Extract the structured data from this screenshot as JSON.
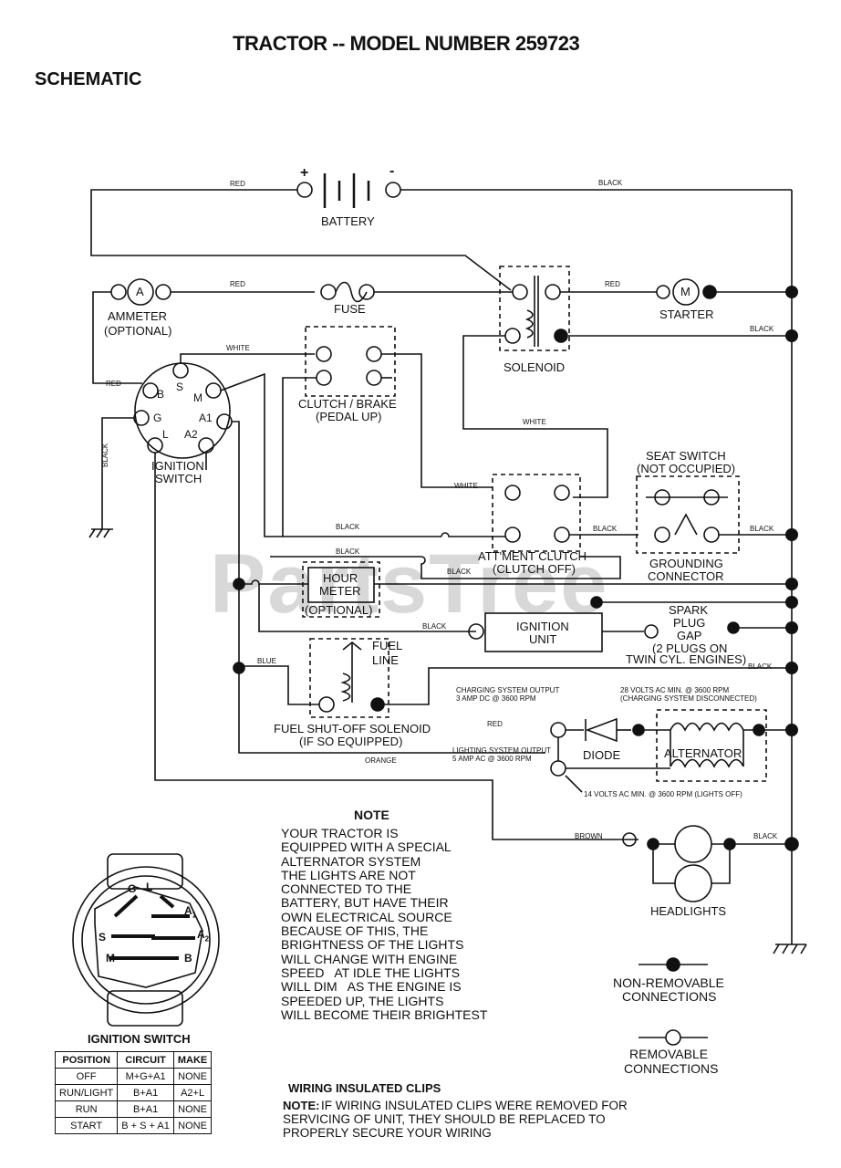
{
  "title": "TRACTOR -- MODEL NUMBER 259723",
  "section": "SCHEMATIC",
  "watermark": "PartsTree",
  "components": {
    "battery": "BATTERY",
    "battery_pos": "+",
    "battery_neg": "-",
    "ammeter_letter": "A",
    "ammeter": "AMMETER",
    "ammeter_optional": "(OPTIONAL)",
    "fuse": "FUSE",
    "solenoid": "SOLENOID",
    "starter_letter": "M",
    "starter": "STARTER",
    "clutch_brake": "CLUTCH / BRAKE",
    "clutch_brake_sub": "(PEDAL UP)",
    "ignition_switch": "IGNITION",
    "ignition_switch_2": "SWITCH",
    "term_b": "B",
    "term_s": "S",
    "term_m": "M",
    "term_g": "G",
    "term_l": "L",
    "term_a1": "A1",
    "term_a2": "A2",
    "seat_switch": "SEAT SWITCH",
    "seat_switch_sub": "(NOT OCCUPIED)",
    "grounding": "GROUNDING",
    "grounding_2": "CONNECTOR",
    "attment_clutch": "ATT'MENT CLUTCH",
    "attment_clutch_sub": "(CLUTCH OFF)",
    "hour_meter": "HOUR",
    "hour_meter_2": "METER",
    "hour_meter_optional": "(OPTIONAL)",
    "ignition_unit": "IGNITION",
    "ignition_unit_2": "UNIT",
    "spark_1": "SPARK",
    "spark_2": "PLUG",
    "spark_3": "GAP",
    "spark_4": "(2 PLUGS ON",
    "spark_5": "TWIN CYL. ENGINES)",
    "fuel_line": "FUEL",
    "fuel_line_2": "LINE",
    "fuel_solenoid": "FUEL SHUT-OFF SOLENOID",
    "fuel_solenoid_sub": "(IF SO EQUIPPED)",
    "charging_out": "CHARGING SYSTEM OUTPUT",
    "charging_out_2": "3 AMP DC @ 3600 RPM",
    "volts_28": "28 VOLTS AC MIN. @ 3600 RPM",
    "volts_28_2": "(CHARGING SYSTEM DISCONNECTED)",
    "diode": "DIODE",
    "alternator": "ALTERNATOR",
    "lighting_out": "LIGHTING SYSTEM OUTPUT",
    "lighting_out_2": "5 AMP AC @ 3600 RPM",
    "volts_14": "14 VOLTS AC MIN. @ 3600 RPM (LIGHTS OFF)",
    "headlights": "HEADLIGHTS"
  },
  "wires": {
    "red": "RED",
    "black": "BLACK",
    "white": "WHITE",
    "blue": "BLUE",
    "orange": "ORANGE",
    "brown": "BROWN"
  },
  "note": {
    "heading": "NOTE",
    "body": "YOUR TRACTOR IS\nEQUIPPED WITH A SPECIAL\nALTERNATOR SYSTEM\nTHE LIGHTS ARE NOT\nCONNECTED TO THE\nBATTERY, BUT HAVE THEIR\nOWN ELECTRICAL SOURCE\nBECAUSE OF THIS, THE\nBRIGHTNESS OF THE LIGHTS\nWILL CHANGE WITH ENGINE\nSPEED   AT IDLE THE LIGHTS\nWILL DIM   AS THE ENGINE IS\nSPEEDED UP, THE LIGHTS\nWILL BECOME THEIR BRIGHTEST"
  },
  "legend": {
    "non_removable": "NON-REMOVABLE",
    "non_removable_2": "CONNECTIONS",
    "removable": "REMOVABLE",
    "removable_2": "CONNECTIONS"
  },
  "clips": {
    "heading": "WIRING INSULATED CLIPS",
    "note_label": "NOTE:",
    "line1": "IF WIRING INSULATED CLIPS WERE REMOVED FOR",
    "line2": "SERVICING OF UNIT, THEY SHOULD BE REPLACED TO",
    "line3": "PROPERLY SECURE YOUR WIRING"
  },
  "ignition_diagram": {
    "title": "IGNITION SWITCH",
    "g": "G",
    "l": "L",
    "a1": "A",
    "a1_sub": "1",
    "a2": "A",
    "a2_sub": "2",
    "s": "S",
    "m": "M",
    "b": "B"
  },
  "position_table": {
    "headers": [
      "POSITION",
      "CIRCUIT",
      "MAKE"
    ],
    "rows": [
      [
        "OFF",
        "M+G+A1",
        "NONE"
      ],
      [
        "RUN/LIGHT",
        "B+A1",
        "A2+L"
      ],
      [
        "RUN",
        "B+A1",
        "NONE"
      ],
      [
        "START",
        "B + S + A1",
        "NONE"
      ]
    ]
  }
}
